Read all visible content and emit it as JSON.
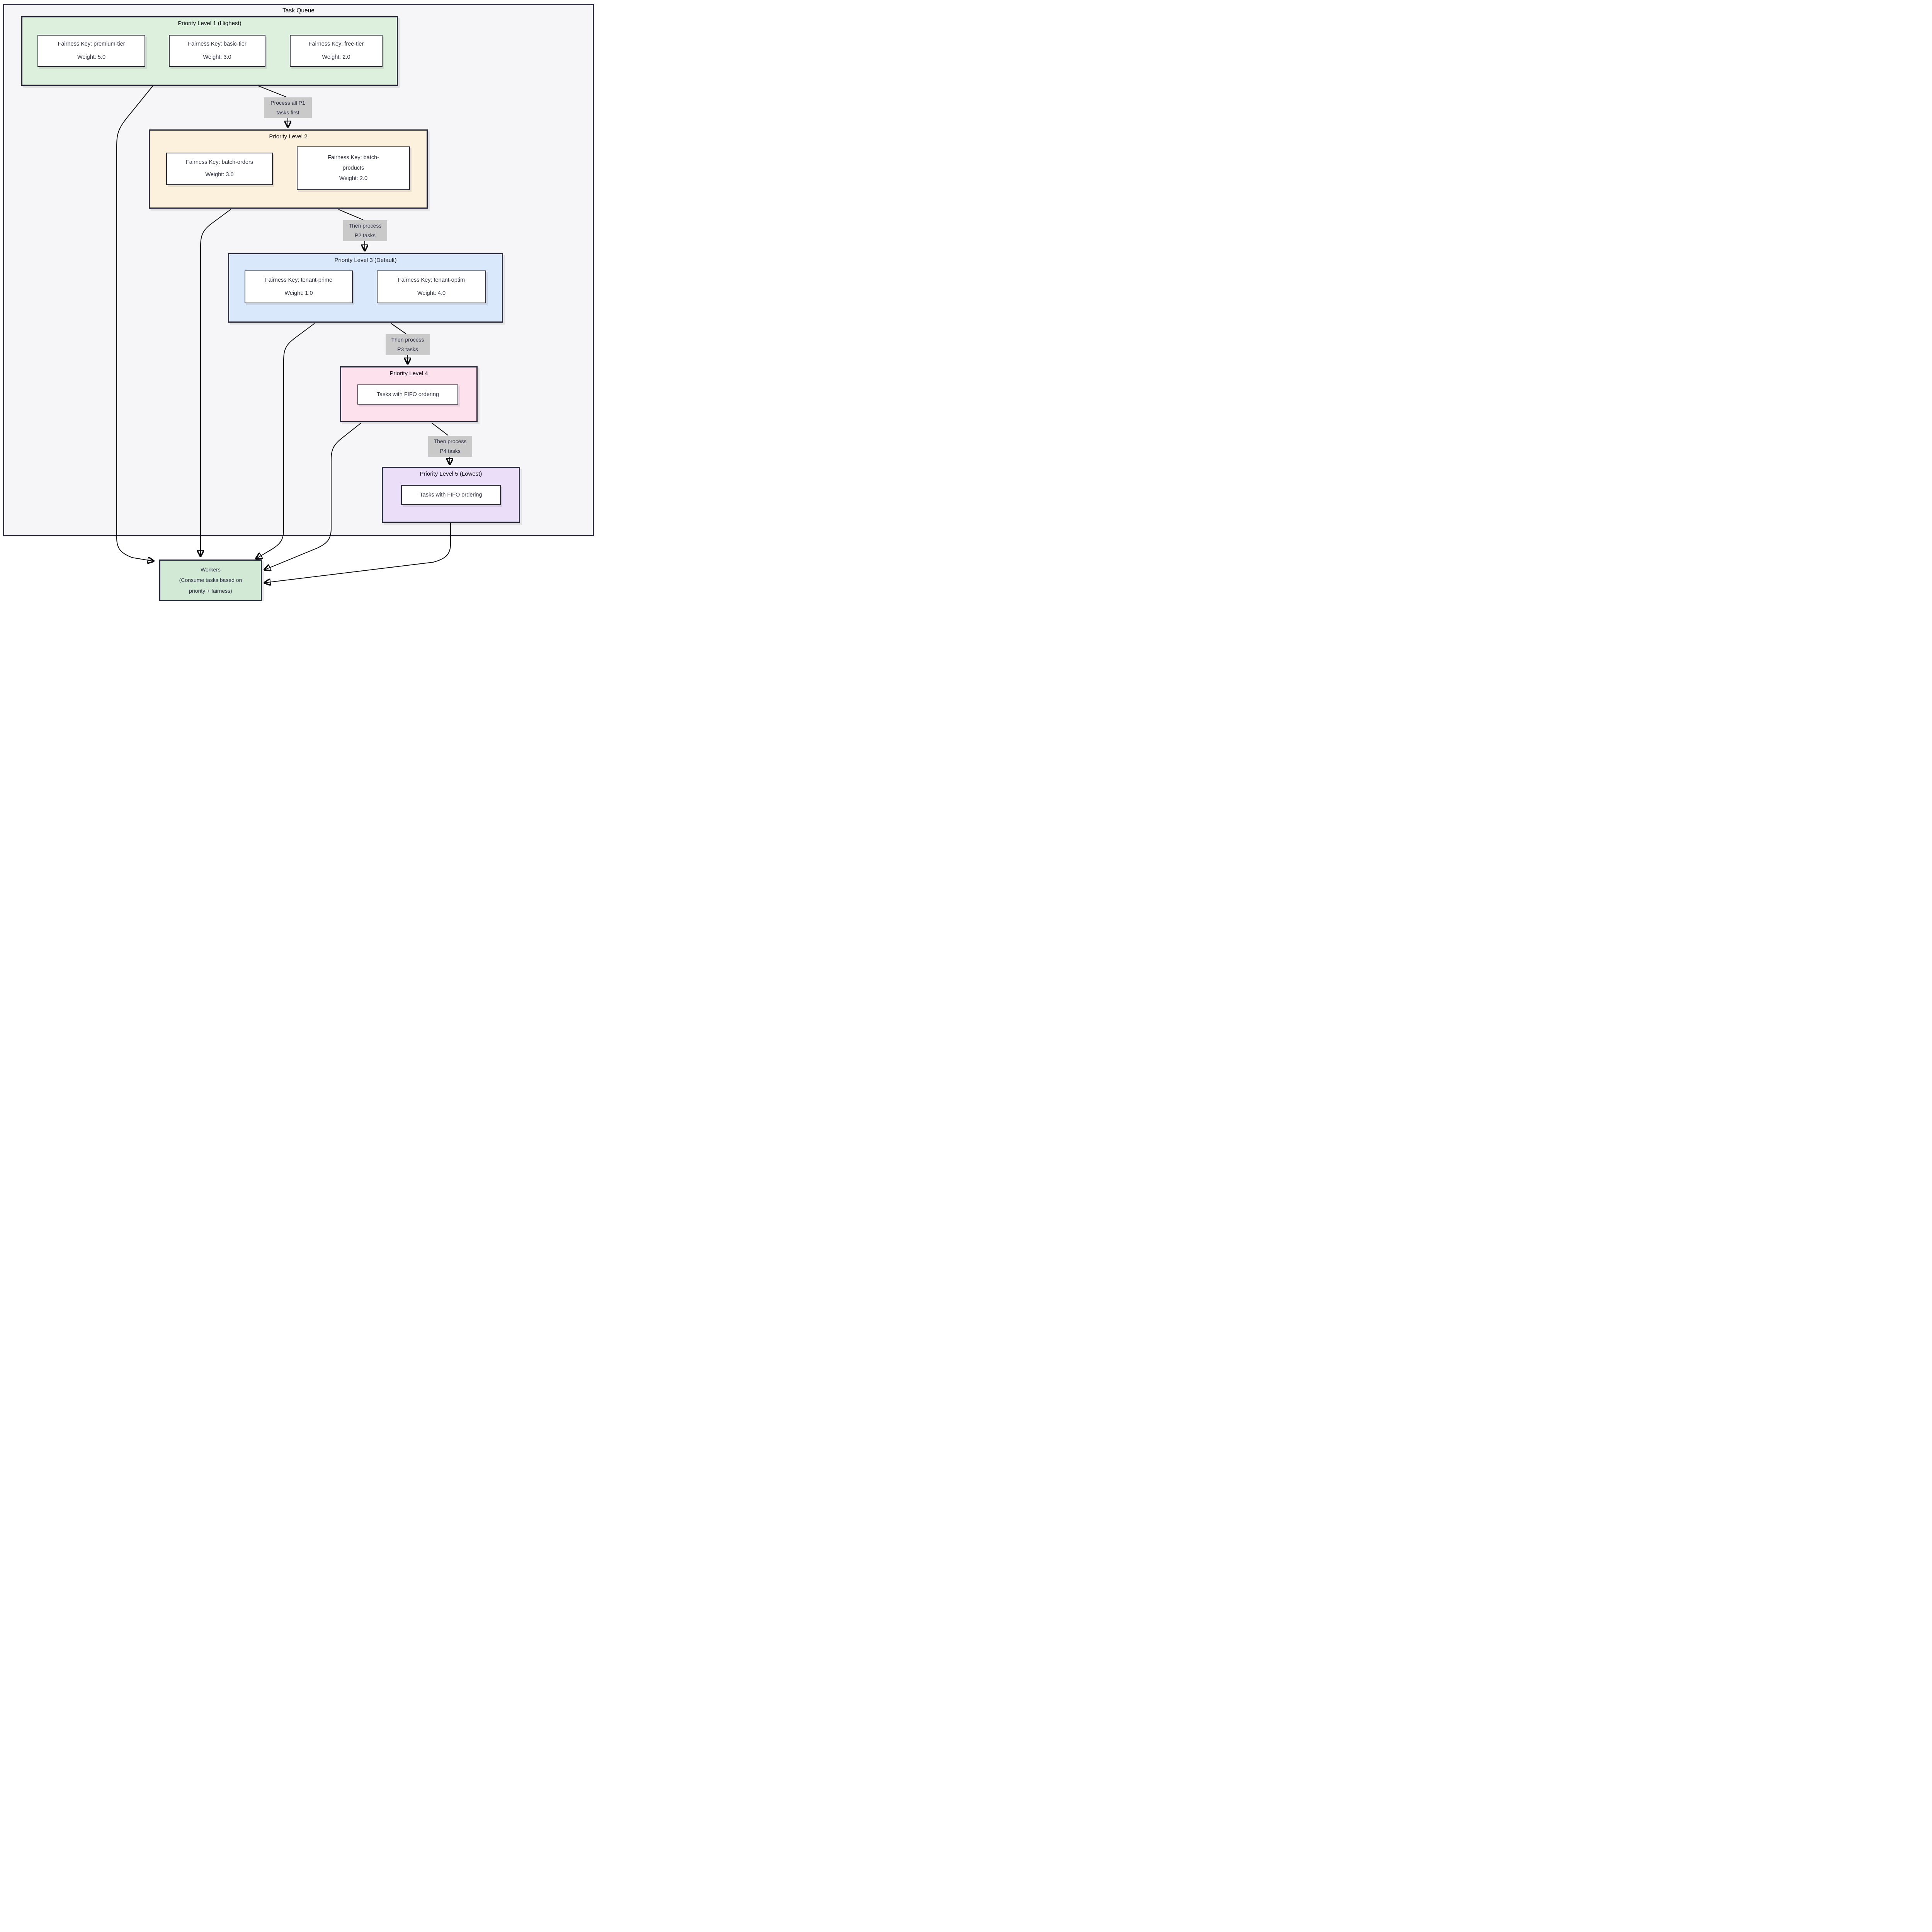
{
  "diagram": {
    "title": "Task Queue",
    "clusters": [
      {
        "title": "Priority Level 1 (Highest)",
        "fill": "#ddf0de",
        "nodes": [
          "Fairness Key: premium-tier\nWeight: 5.0",
          "Fairness Key: basic-tier\nWeight: 3.0",
          "Fairness Key: free-tier\nWeight: 2.0"
        ]
      },
      {
        "title": "Priority Level 2",
        "fill": "#fcf1dc",
        "nodes": [
          "Fairness Key: batch-orders\nWeight: 3.0",
          "Fairness Key: batch-\nproducts\nWeight: 2.0"
        ]
      },
      {
        "title": "Priority Level 3 (Default)",
        "fill": "#d9e9fb",
        "nodes": [
          "Fairness Key: tenant-prime\nWeight: 1.0",
          "Fairness Key: tenant-optim\nWeight: 4.0"
        ]
      },
      {
        "title": "Priority Level 4",
        "fill": "#fde2ee",
        "nodes": [
          "Tasks with FIFO ordering"
        ]
      },
      {
        "title": "Priority Level 5 (Lowest)",
        "fill": "#eadef8",
        "nodes": [
          "Tasks with FIFO ordering"
        ]
      }
    ],
    "edge_labels": [
      "Process all P1\ntasks first",
      "Then process\nP2 tasks",
      "Then process\nP3 tasks",
      "Then process\nP4 tasks"
    ],
    "workers": "Workers\n(Consume tasks based on\npriority + fairness)",
    "colors": {
      "outer_fill": "#f6f6f9",
      "border": "#2a2a3d",
      "edge_stroke": "#0b0b0f",
      "edge_label_bg": "#c9c9c9",
      "workers_fill": "#d2e9d6",
      "text": "#2f2f45"
    }
  }
}
